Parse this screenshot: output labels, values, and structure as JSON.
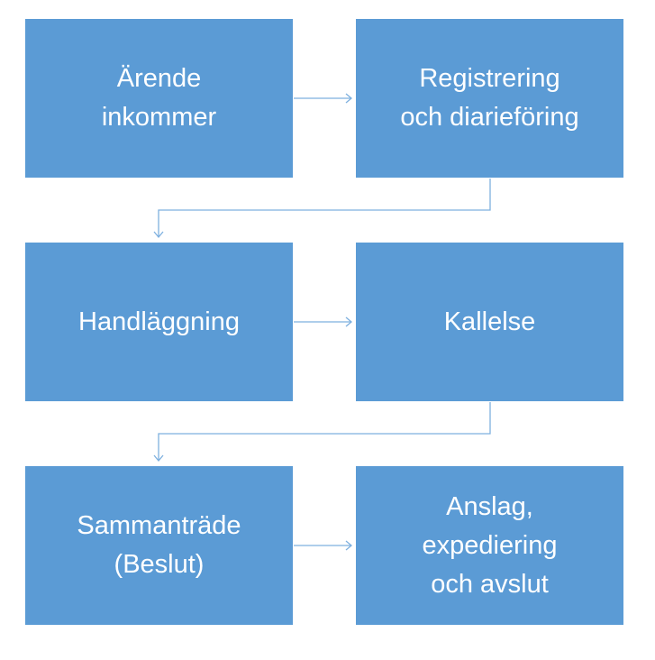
{
  "boxes": [
    {
      "lines": [
        "Ärende",
        "inkommer"
      ]
    },
    {
      "lines": [
        "Registrering",
        "och diarieföring"
      ]
    },
    {
      "lines": [
        "Handläggning"
      ]
    },
    {
      "lines": [
        "Kallelse"
      ]
    },
    {
      "lines": [
        "Sammanträde",
        "(Beslut)"
      ]
    },
    {
      "lines": [
        "Anslag,",
        "expediering",
        "och avslut"
      ]
    }
  ],
  "colors": {
    "box": "#5B9BD5",
    "text": "#FFFFFF",
    "connector": "#7EB0DF"
  }
}
